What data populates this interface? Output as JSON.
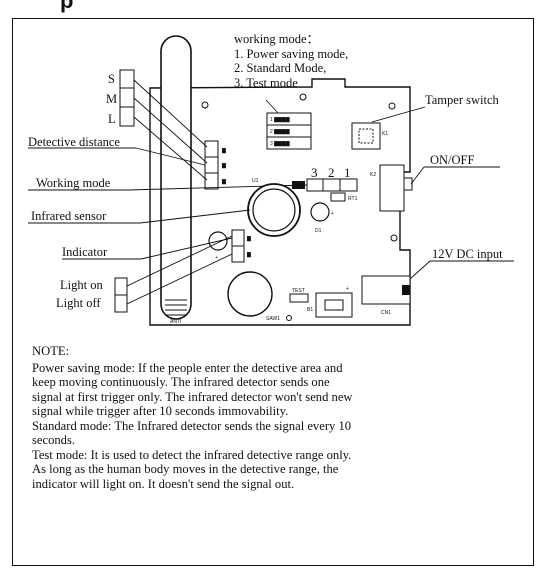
{
  "diagram": {
    "working_mode_title": "working mode：",
    "working_modes": [
      "1. Power saving mode,",
      "2. Standard Mode,",
      "3. Test mode"
    ],
    "tamper_switch": "Tamper switch",
    "on_off": "ON/OFF",
    "dc_input": "12V DC input",
    "detective_distance": "Detective distance",
    "working_mode": "Working mode",
    "infrared_sensor": "Infrared sensor",
    "indicator": "Indicator",
    "light_on": "Light on",
    "light_off": "Light off",
    "distance_letters": [
      "S",
      "M",
      "L"
    ],
    "jumper_numbers": [
      "3",
      "2",
      "1"
    ],
    "board_labels": {
      "u1": "U1",
      "k1": "K1",
      "k2": "K2",
      "d1": "D1",
      "rt1": "RT1",
      "anti": "ANTI",
      "saw1": "SAW1",
      "test": "TEST",
      "b1": "B1",
      "cn": "CN1",
      "plus": "+"
    }
  },
  "note": {
    "title": "NOTE:",
    "lines": [
      "Power saving mode: If the people enter the detective area and",
      "keep moving continuously. The infrared detector sends one",
      "signal at first trigger only. The infrared detector won't send new",
      "signal while trigger after 10 seconds immovability.",
      "Standard mode: The Infrared detector sends the signal every 10",
      "seconds.",
      "Test mode: It is used to detect the infrared detective range only.",
      "As long as the human body moves in the detective range, the",
      "indicator will light on. It doesn't send the signal out."
    ]
  }
}
